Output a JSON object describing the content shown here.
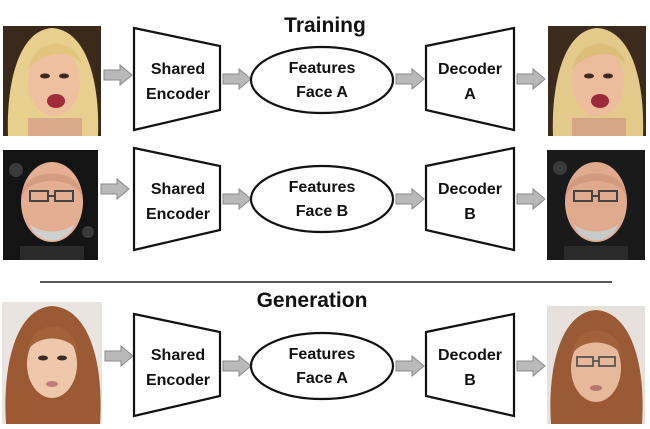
{
  "sections": {
    "training_title": "Training",
    "generation_title": "Generation"
  },
  "rows": [
    {
      "id": "row-a",
      "encoder": [
        "Shared",
        "Encoder"
      ],
      "features": [
        "Features",
        "Face A"
      ],
      "decoder": [
        "Decoder",
        "A"
      ],
      "input_face": "blonde-woman-face",
      "output_face": "blonde-woman-face"
    },
    {
      "id": "row-b",
      "encoder": [
        "Shared",
        "Encoder"
      ],
      "features": [
        "Features",
        "Face B"
      ],
      "decoder": [
        "Decoder",
        "B"
      ],
      "input_face": "bald-man-with-glasses-face",
      "output_face": "bald-man-with-glasses-face"
    },
    {
      "id": "row-gen",
      "encoder": [
        "Shared",
        "Encoder"
      ],
      "features": [
        "Features",
        "Face A"
      ],
      "decoder": [
        "Decoder",
        "B"
      ],
      "input_face": "red-haired-woman-face",
      "output_face": "red-haired-woman-with-glasses-face"
    }
  ],
  "colors": {
    "arrow_fill": "#b9b9b9",
    "stroke": "#111111"
  }
}
